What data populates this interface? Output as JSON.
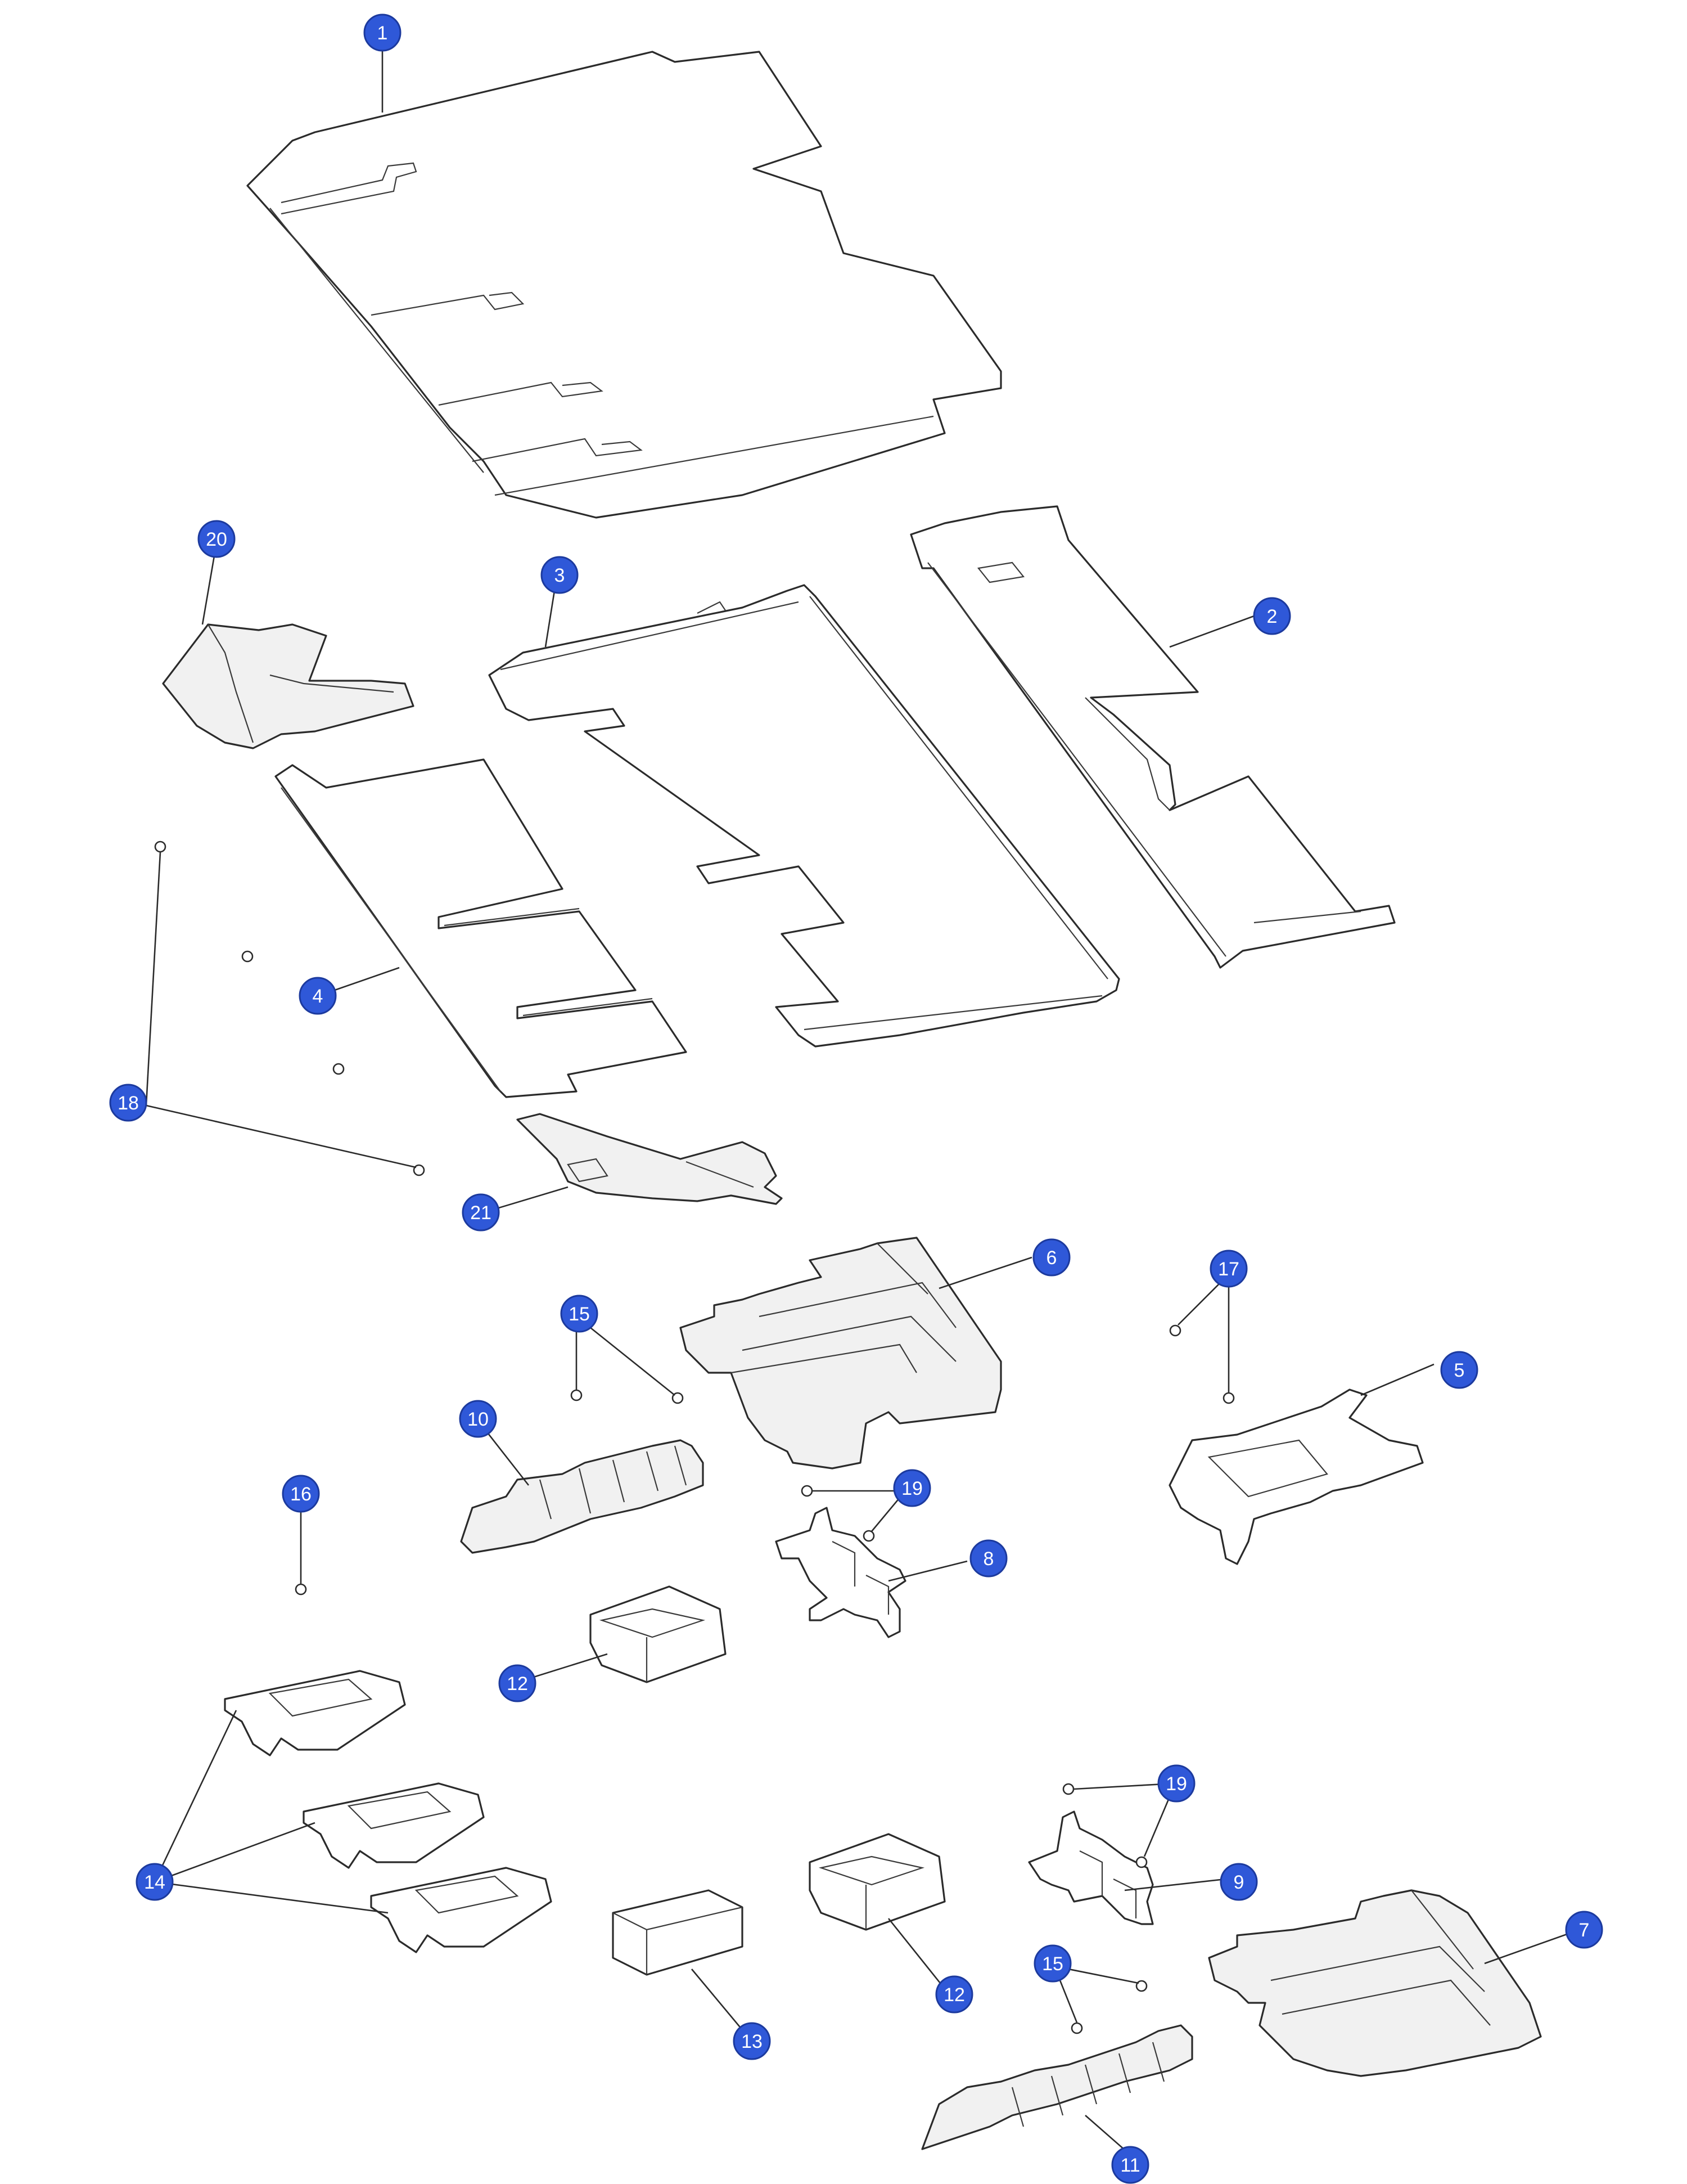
{
  "callouts": {
    "c1": "1",
    "c2": "2",
    "c3": "3",
    "c4": "4",
    "c5": "5",
    "c6": "6",
    "c7": "7",
    "c8": "8",
    "c9": "9",
    "c10": "10",
    "c11": "11",
    "c12a": "12",
    "c12b": "12",
    "c13": "13",
    "c14": "14",
    "c15a": "15",
    "c15b": "15",
    "c16": "16",
    "c17": "17",
    "c18": "18",
    "c19a": "19",
    "c19b": "19",
    "c20": "20",
    "c21": "21"
  },
  "colors": {
    "callout_fill": "#2f58d8",
    "line": "#2b2b2b",
    "background": "#ffffff"
  }
}
